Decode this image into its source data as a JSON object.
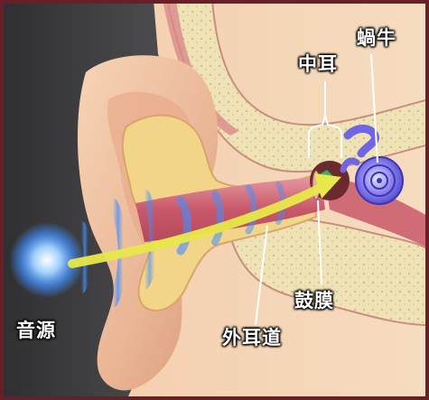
{
  "labels": {
    "sound_source": "音源",
    "ear_canal": "外耳道",
    "eardrum": "鼓膜",
    "middle_ear": "中耳",
    "cochlea": "蝸牛"
  },
  "colors": {
    "frame": "#6a1e28",
    "background_dark": "#3c3c3e",
    "skin": "#f1c9a6",
    "bone": "#efe2b6",
    "canal": "#c8586a",
    "cochlea": "#7a72ef",
    "arrow": "#e8e84a",
    "sound_wave": "#3f8fff"
  }
}
